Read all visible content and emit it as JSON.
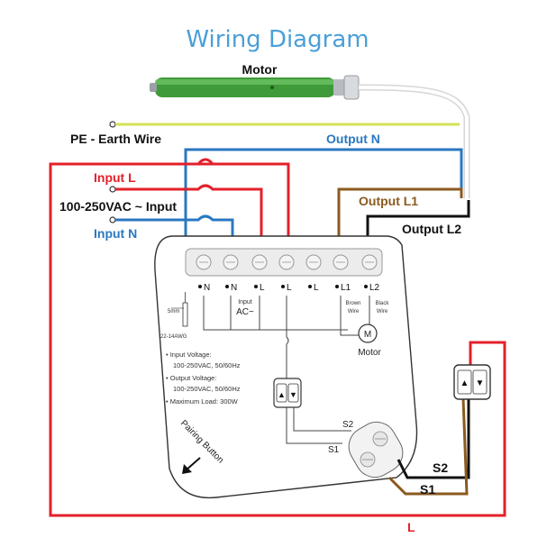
{
  "title": "Wiring Diagram",
  "motor_title": "Motor",
  "labels": {
    "pe": "PE - Earth Wire",
    "output_n": "Output N",
    "input_l": "Input L",
    "input_vac": "100-250VAC ~ Input",
    "input_n": "Input N",
    "output_l1": "Output L1",
    "output_l2": "Output L2",
    "s1": "S1",
    "s2": "S2",
    "l_bottom": "L"
  },
  "module": {
    "terminal_labels": [
      "N",
      "N",
      "L",
      "L",
      "L",
      "L1",
      "L2"
    ],
    "input_ac_line1": "Input",
    "input_ac_line2": "AC~",
    "brown_line1": "Brown",
    "brown_line2": "Wire",
    "black_line1": "Black",
    "black_line2": "Wire",
    "motor_symbol": "M",
    "motor_label": "Motor",
    "strip_length": "5mm",
    "gauge": "22-14AWG",
    "specs": [
      "• Input Voltage:",
      "100-250VAC, 50/60Hz",
      "• Output Voltage:",
      "100-250VAC, 50/60Hz",
      "• Maximum Load: 300W"
    ],
    "pairing_button": "Pairing Button",
    "s1": "S1",
    "s2": "S2"
  },
  "switch_arrows": [
    "▲",
    "▼"
  ],
  "colors": {
    "red": "#e3202a",
    "blue": "#2a78c0",
    "brown": "#8b5a1e",
    "black": "#111111",
    "earth_yellow": "#d4e157",
    "title_blue": "#4a9fd8",
    "motor_green": "#3f9a3a"
  }
}
